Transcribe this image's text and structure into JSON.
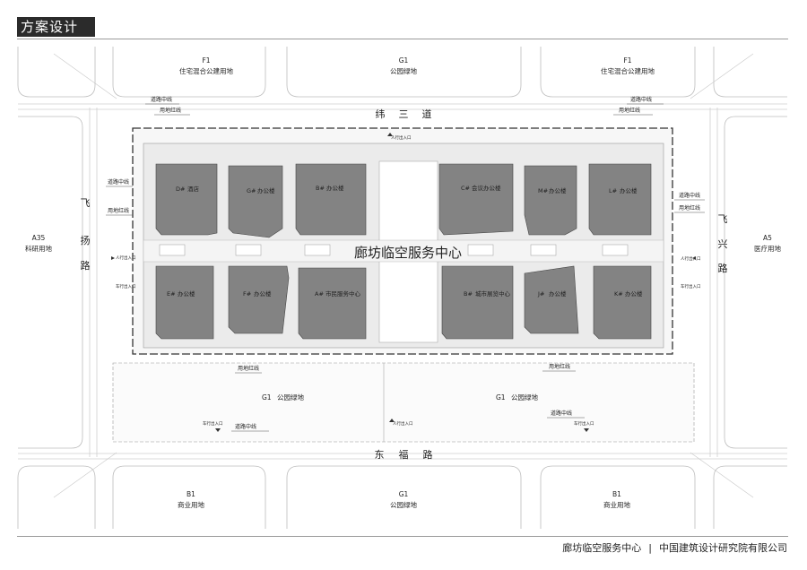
{
  "header": {
    "title": "方案设计"
  },
  "footer": {
    "project": "廊坊临空服务中心",
    "separator": "|",
    "company": "中国建筑设计研究院有限公司"
  },
  "parcels": {
    "north_left": {
      "code": "F1",
      "use": "住宅混合公建用地"
    },
    "north_mid": {
      "code": "G1",
      "use": "公园绿地"
    },
    "north_right": {
      "code": "F1",
      "use": "住宅混合公建用地"
    },
    "west": {
      "code": "A35",
      "use": "科研用地"
    },
    "east": {
      "code": "A5",
      "use": "医疗用地"
    },
    "south_left": {
      "code": "B1",
      "use": "商业用地"
    },
    "south_mid": {
      "code": "G1",
      "use": "公园绿地"
    },
    "south_right": {
      "code": "B1",
      "use": "商业用地"
    },
    "park_left": {
      "code": "G1",
      "use": "公园绿地"
    },
    "park_right": {
      "code": "G1",
      "use": "公园绿地"
    }
  },
  "roads": {
    "north": [
      "纬",
      "三",
      "道"
    ],
    "south": [
      "东",
      "福",
      "路"
    ],
    "west": [
      "飞",
      "扬",
      "路"
    ],
    "east": [
      "飞",
      "兴",
      "路"
    ]
  },
  "center_title": "廊坊临空服务中心",
  "buildings_north": [
    {
      "code": "D#",
      "name": "酒店"
    },
    {
      "code": "G#",
      "name": "办公楼"
    },
    {
      "code": "B#",
      "name": "办公楼"
    },
    {
      "code": "C#",
      "name": "会议办公楼"
    },
    {
      "code": "M#",
      "name": "办公楼"
    },
    {
      "code": "L#",
      "name": "办公楼"
    }
  ],
  "buildings_south": [
    {
      "code": "E#",
      "name": "办公楼"
    },
    {
      "code": "F#",
      "name": "办公楼"
    },
    {
      "code": "A#",
      "name": "市民服务中心"
    },
    {
      "code": "B#",
      "name": "城市展览中心"
    },
    {
      "code": "J#",
      "name": "办公楼"
    },
    {
      "code": "K#",
      "name": "办公楼"
    }
  ],
  "annotations": {
    "road_center": "道路中线",
    "red_line": "用地红线",
    "entrance": "人行出入口",
    "vehicle_entrance": "车行出入口"
  }
}
